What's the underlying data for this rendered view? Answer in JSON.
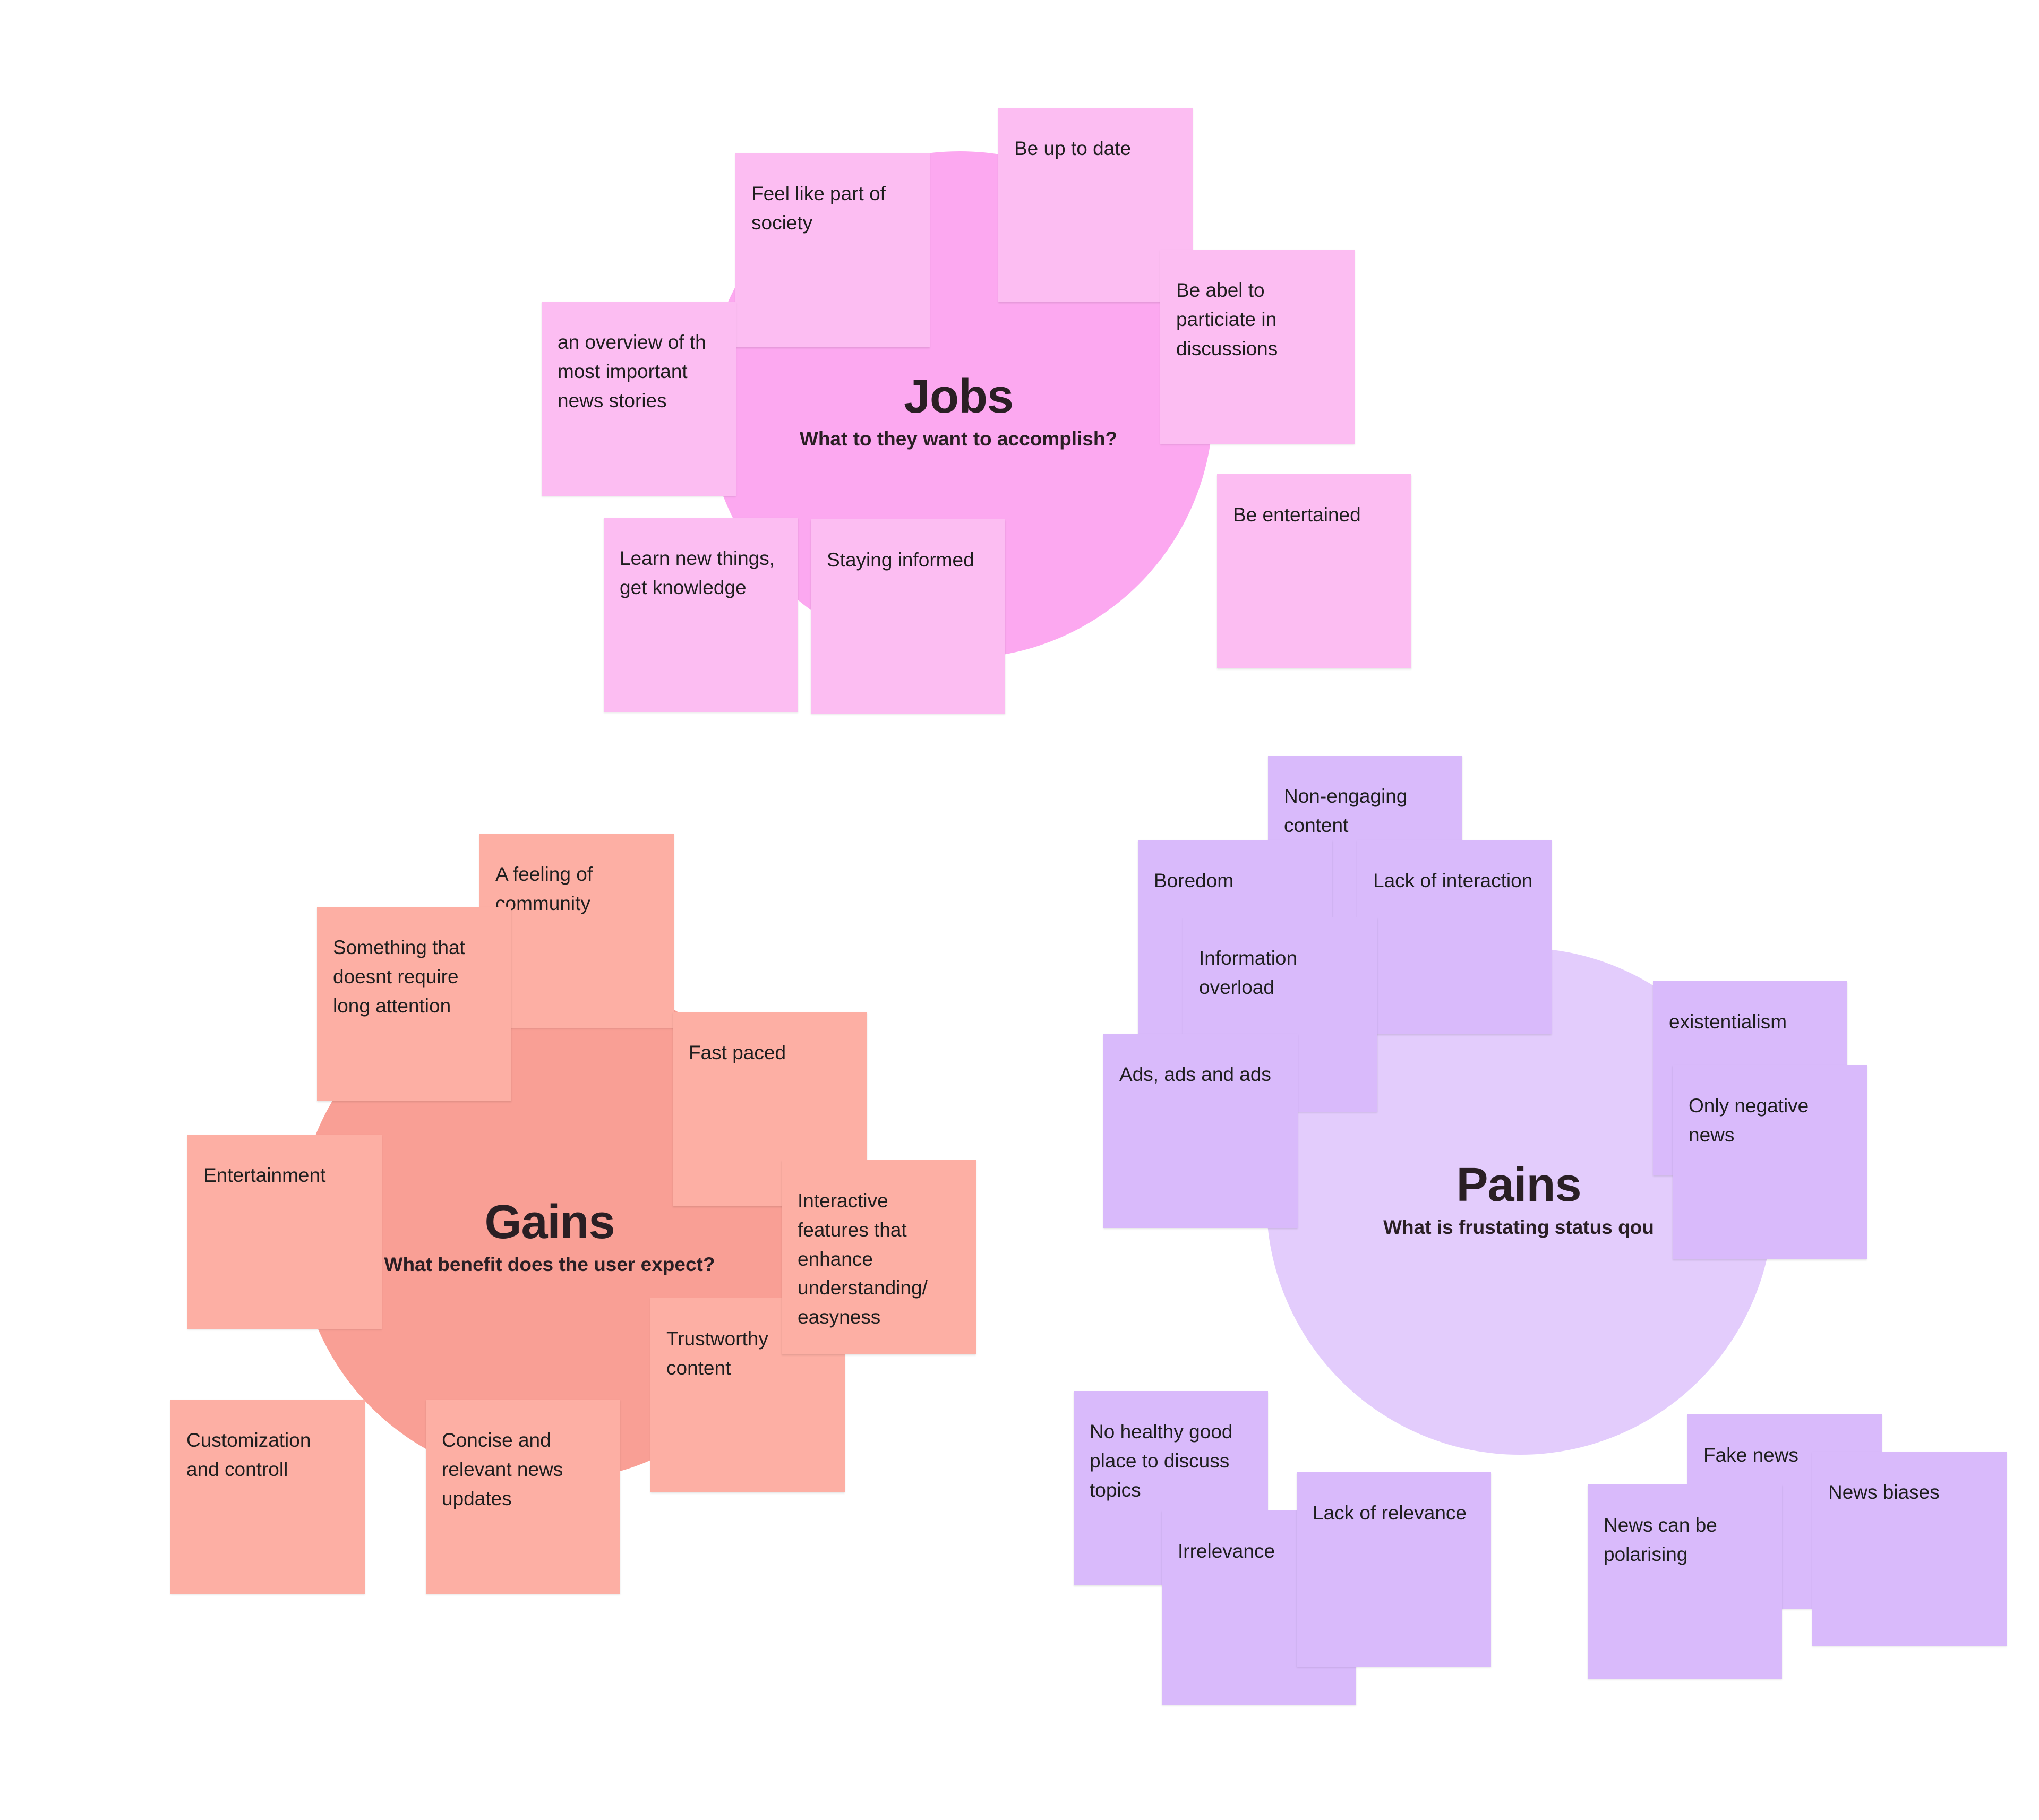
{
  "clusters": {
    "jobs": {
      "title": "Jobs",
      "subtitle": "What to they want to accomplish?",
      "color": "#fca8f0",
      "note_color": "#fcbdf2",
      "notes": [
        "Be up to date",
        "Feel like part of society",
        "an overview of th most important news stories",
        "Be abel to particiate in discussions",
        "Be entertained",
        "Learn new things, get knowledge",
        "Staying informed"
      ]
    },
    "gains": {
      "title": "Gains",
      "subtitle": "What benefit does the user expect?",
      "color": "#f99f95",
      "note_color": "#fdafa4",
      "notes": [
        "A feeling of community",
        "Something that doesnt require long attention",
        "Fast paced",
        "Entertainment",
        "Interactive features that enhance understanding/ easyness",
        "Trustworthy content",
        "Customization and controll",
        "Concise and relevant news updates"
      ]
    },
    "pains": {
      "title": "Pains",
      "subtitle": "What is frustating status qou",
      "color": "#e3ccfc",
      "note_color": "#d9bafb",
      "notes": [
        "Non-engaging content",
        "Boredom",
        "Lack of interaction",
        "Information overload",
        "Ads, ads and ads",
        "existentialism",
        "Only negative news",
        "No healthy good place to discuss topics",
        "Irrelevance",
        "Lack of relevance",
        "Fake news",
        "News biases",
        "News can be polarising"
      ]
    }
  }
}
